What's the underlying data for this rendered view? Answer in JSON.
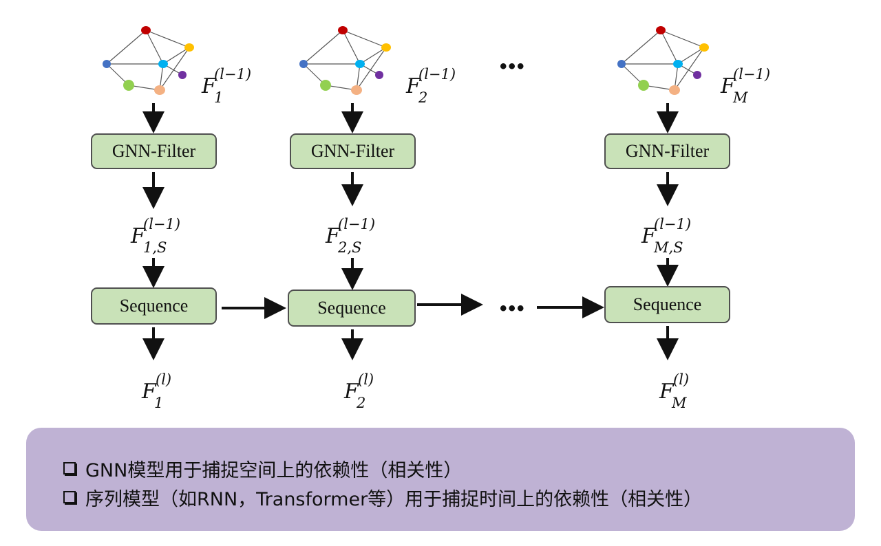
{
  "columns": [
    {
      "id": "1",
      "label_top": "F",
      "top_sub": "1",
      "top_sup": "(l−1)",
      "mid_sub": "1,S",
      "mid_sup": "(l−1)",
      "bottom_sub": "1",
      "bottom_sup": "(l)"
    },
    {
      "id": "2",
      "label_top": "F",
      "top_sub": "2",
      "top_sup": "(l−1)",
      "mid_sub": "2,S",
      "mid_sup": "(l−1)",
      "bottom_sub": "2",
      "bottom_sup": "(l)"
    },
    {
      "id": "M",
      "label_top": "F",
      "top_sub": "M",
      "top_sup": "(l−1)",
      "mid_sub": "M,S",
      "mid_sup": "(l−1)",
      "bottom_sub": "M",
      "bottom_sup": "(l)"
    }
  ],
  "filter_label": "GNN-Filter",
  "sequence_label": "Sequence",
  "ellipsis": "•••",
  "notes": [
    "GNN模型用于捕捉空间上的依赖性（相关性）",
    "序列模型（如RNN，Transformer等）用于捕捉时间上的依赖性（相关性）"
  ],
  "colors": {
    "box_fill": "#c9e2b8",
    "note_fill": "#bfb2d4",
    "node_red": "#c00000",
    "node_yellow": "#ffc000",
    "node_blue": "#4472c4",
    "node_cyan": "#00b0f0",
    "node_purple": "#7030a0",
    "node_green": "#92d050",
    "node_salmon": "#f4b183"
  }
}
